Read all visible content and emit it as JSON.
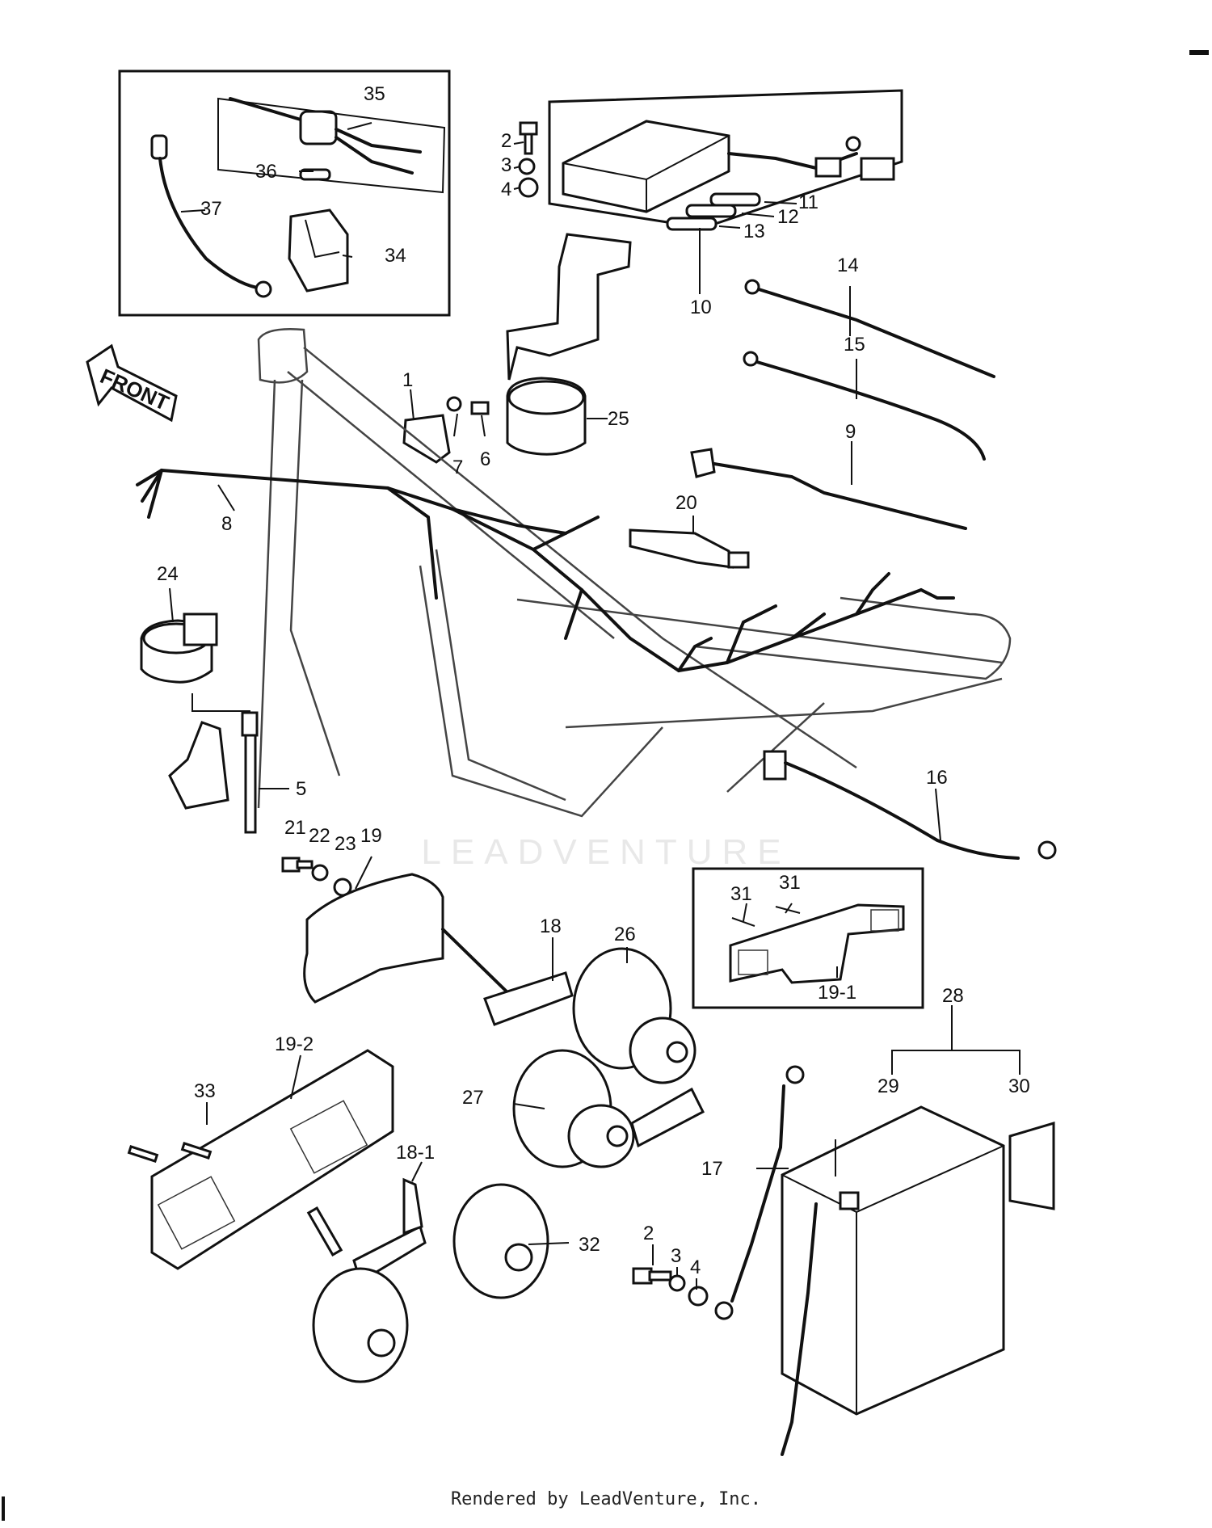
{
  "front_arrow_label": "FRONT",
  "footer": "Rendered by LeadVenture, Inc.",
  "watermark": "LEADVENTURE",
  "callouts": {
    "c1": "1",
    "c2a": "2",
    "c2b": "2",
    "c3a": "3",
    "c3b": "3",
    "c4a": "4",
    "c4b": "4",
    "c5": "5",
    "c6": "6",
    "c7": "7",
    "c8": "8",
    "c9": "9",
    "c10": "10",
    "c11": "11",
    "c12": "12",
    "c13": "13",
    "c14": "14",
    "c15": "15",
    "c16": "16",
    "c17": "17",
    "c18": "18",
    "c18_1": "18-1",
    "c19": "19",
    "c19_1": "19-1",
    "c19_2": "19-2",
    "c20": "20",
    "c21": "21",
    "c22": "22",
    "c23": "23",
    "c24": "24",
    "c25": "25",
    "c26": "26",
    "c27": "27",
    "c28": "28",
    "c29": "29",
    "c30": "30",
    "c31a": "31",
    "c31b": "31",
    "c32": "32",
    "c33": "33",
    "c34": "34",
    "c35": "35",
    "c36": "36",
    "c37": "37"
  }
}
